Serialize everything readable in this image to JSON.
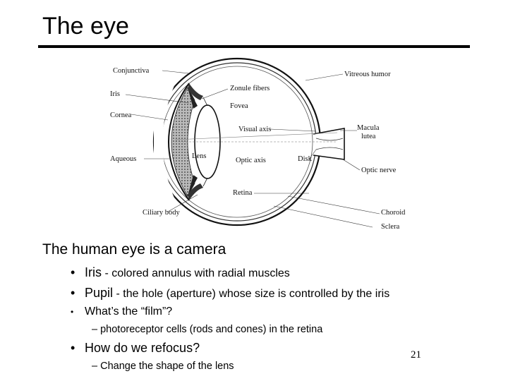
{
  "slide": {
    "title": "The eye",
    "page_number": "21"
  },
  "diagram": {
    "labels": {
      "conjunctiva": "Conjunctiva",
      "iris": "Iris",
      "cornea": "Cornea",
      "aqueous": "Aqueous",
      "ciliary_body": "Ciliary body",
      "zonule_fibers": "Zonule fibers",
      "fovea": "Fovea",
      "visual_axis": "Visual axis",
      "lens": "Lens",
      "optic_axis": "Optic axis",
      "disk": "Disk",
      "retina": "Retina",
      "vitreous_humor": "Vitreous humor",
      "macula": "Macula",
      "lutea": "lutea",
      "optic_nerve": "Optic nerve",
      "choroid": "Choroid",
      "sclera": "Sclera"
    }
  },
  "content": {
    "main_point": "The human eye is a camera",
    "bullets": [
      {
        "term": "Iris",
        "desc": " - colored annulus with radial muscles"
      },
      {
        "term": "Pupil",
        "desc": " - the hole (aperture) whose size is controlled by the iris"
      },
      {
        "text": "What’s the “film”?"
      },
      {
        "text": "How do we refocus?"
      }
    ],
    "sub_bullets": [
      "photoreceptor cells (rods and cones) in the retina",
      "Change the shape of the lens"
    ],
    "bullet_glyph": "•",
    "sub_bullet_glyph": "–"
  }
}
